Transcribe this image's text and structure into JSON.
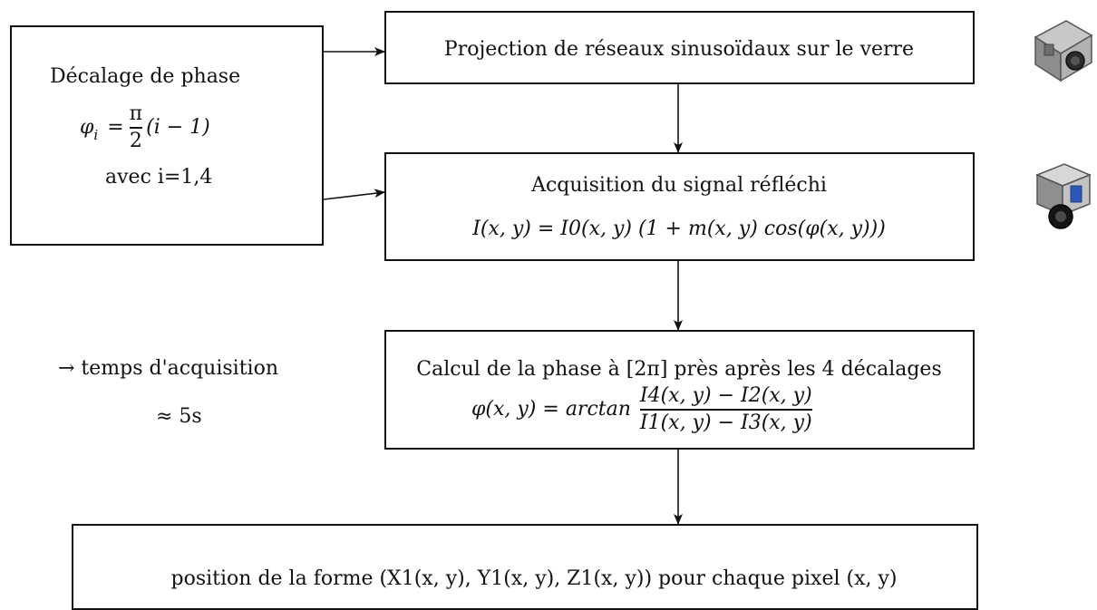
{
  "left_box": {
    "title": "Décalage de phase",
    "formula_lhs": "φ",
    "formula_sub": "i",
    "formula_eq": "=",
    "formula_num": "π",
    "formula_den": "2",
    "formula_rhs": "(i − 1)",
    "constraint": "avec i=1,4"
  },
  "box_projection": {
    "text": "Projection de réseaux sinusoïdaux sur le verre"
  },
  "box_acquisition": {
    "title": "Acquisition du signal réfléchi",
    "formula": "I(x, y) = I0(x, y) (1 + m(x, y) cos(φ(x, y)))"
  },
  "box_calcul": {
    "title": "Calcul de la phase à [2π] près après les 4 décalages",
    "formula_lhs": "φ(x, y) = arctan",
    "formula_num": "I4(x, y) − I2(x, y)",
    "formula_den": "I1(x, y) − I3(x, y)"
  },
  "box_position": {
    "text": "position de la forme (X1(x, y), Y1(x, y), Z1(x, y)) pour chaque pixel (x, y)"
  },
  "side_note": {
    "line1": "→ temps d'acquisition",
    "line2": "≈ 5s"
  },
  "icons": {
    "projector": "projector-icon",
    "camera": "camera-icon"
  }
}
